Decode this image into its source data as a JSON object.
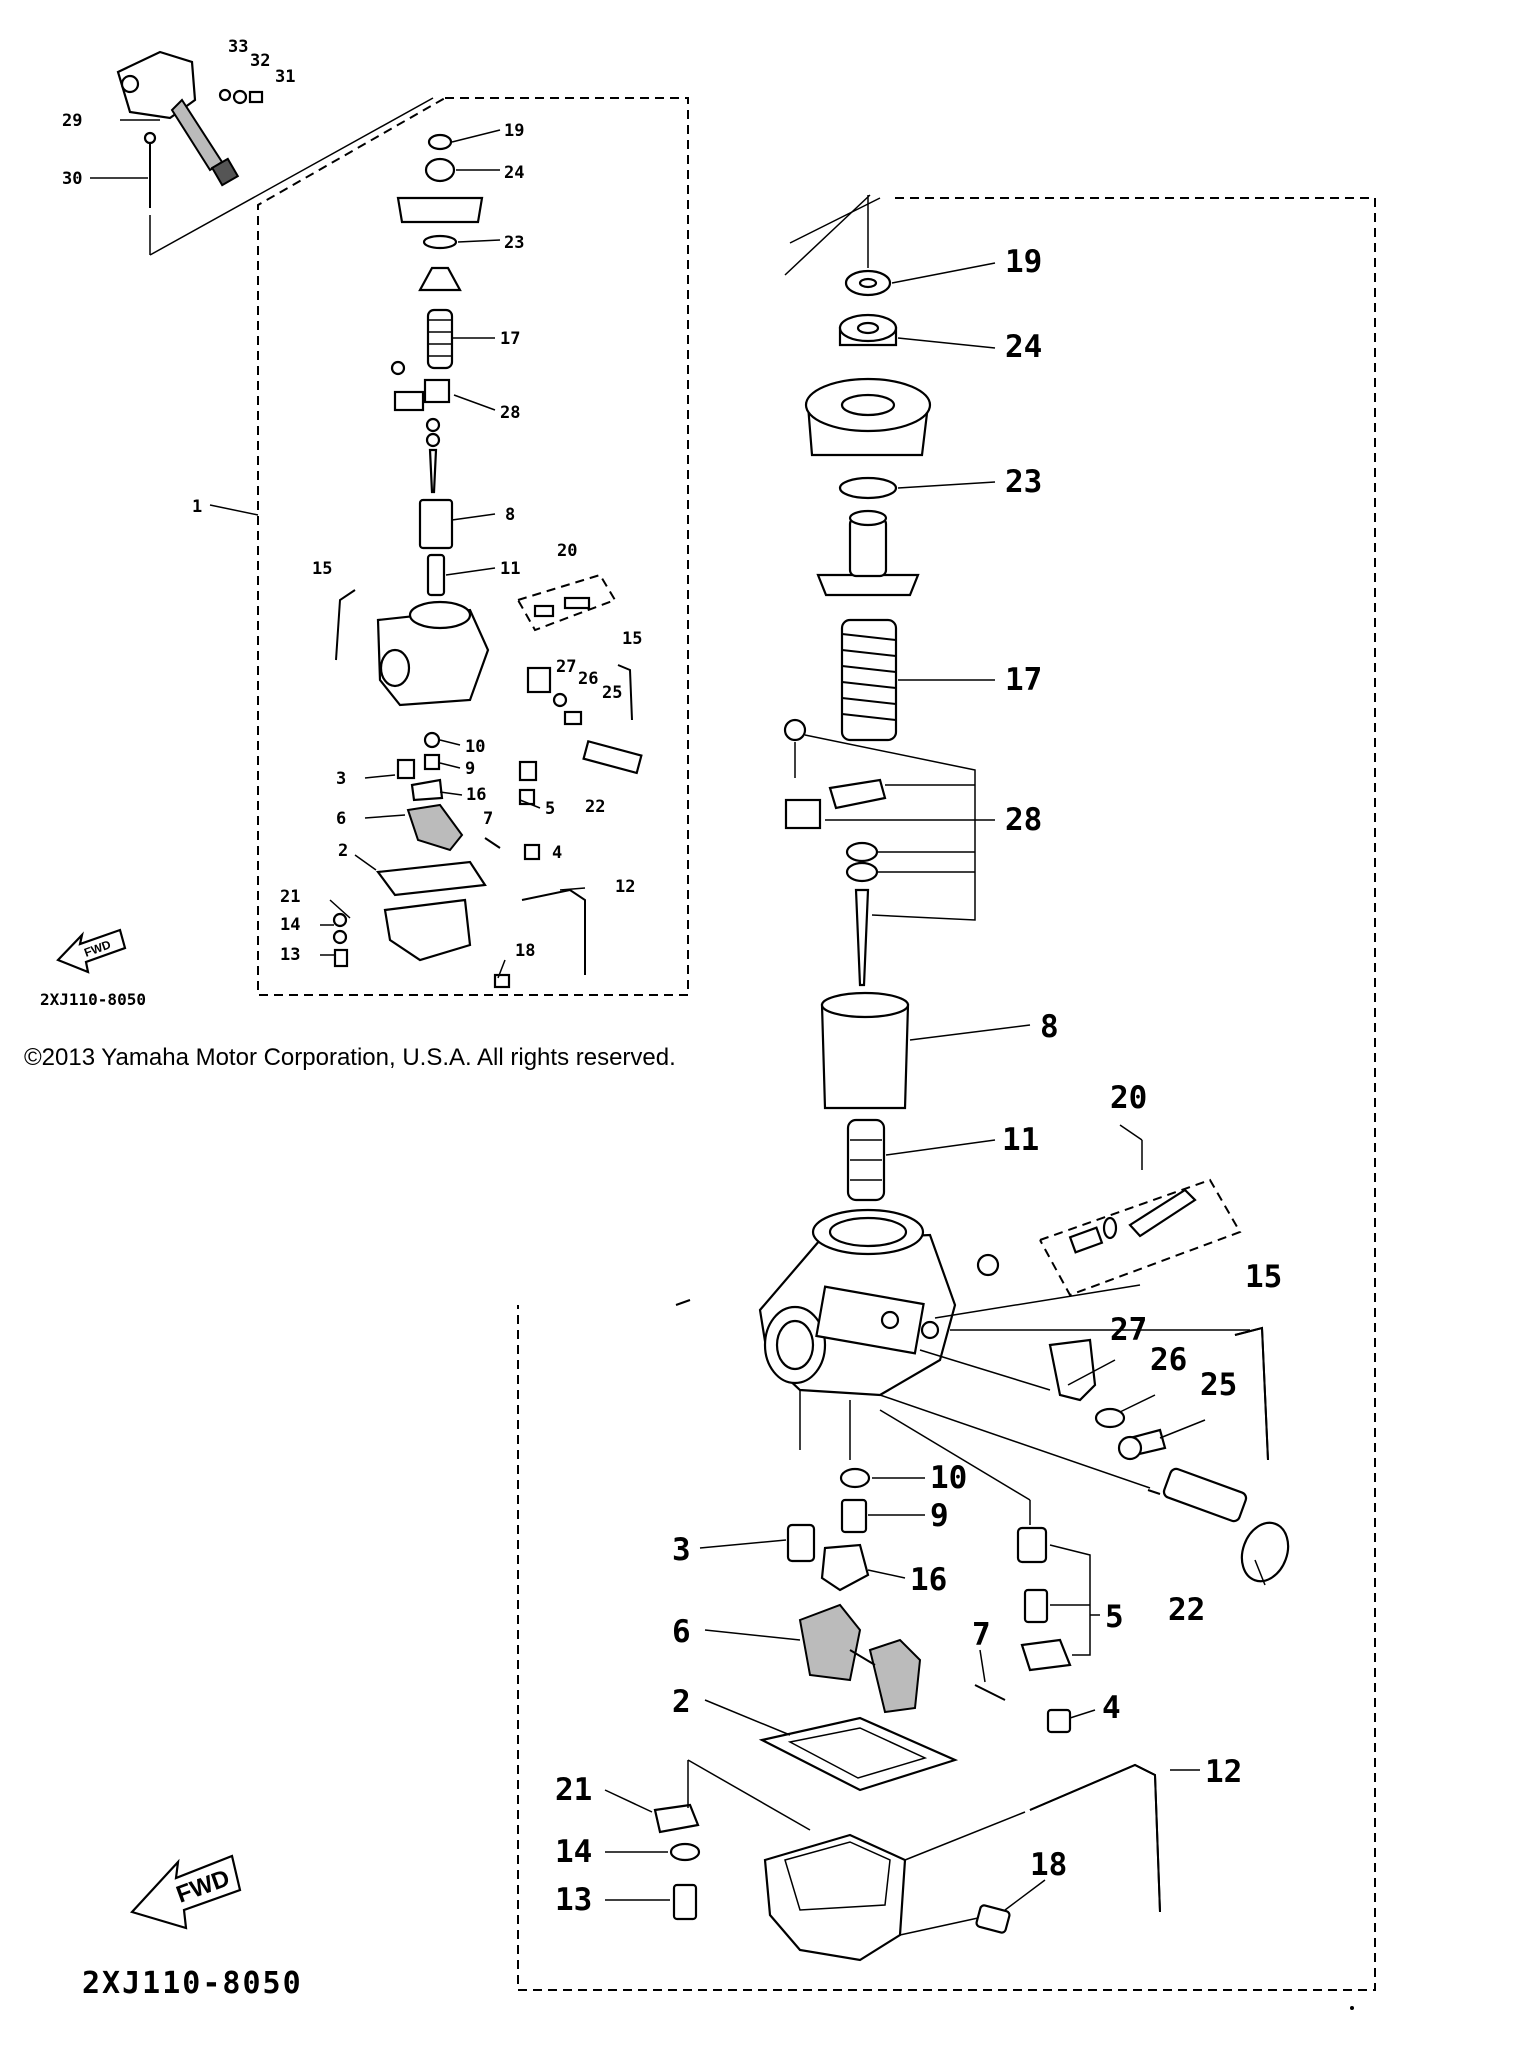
{
  "copyright": "©2013 Yamaha Motor Corporation, U.S.A. All rights reserved.",
  "diagram_code": "2XJ110-8050",
  "fwd_label": "FWD",
  "callouts_small": {
    "c33": "33",
    "c32": "32",
    "c31": "31",
    "c29": "29",
    "c30": "30",
    "c19": "19",
    "c24": "24",
    "c23": "23",
    "c17": "17",
    "c28": "28",
    "c1": "1",
    "c8": "8",
    "c11": "11",
    "c20": "20",
    "c15a": "15",
    "c15b": "15",
    "c27": "27",
    "c26": "26",
    "c25": "25",
    "c10": "10",
    "c9": "9",
    "c3": "3",
    "c16": "16",
    "c5": "5",
    "c22": "22",
    "c6": "6",
    "c7": "7",
    "c4": "4",
    "c2": "2",
    "c12": "12",
    "c21": "21",
    "c14": "14",
    "c13": "13",
    "c18": "18"
  },
  "callouts_big": {
    "c19": "19",
    "c24": "24",
    "c23": "23",
    "c17": "17",
    "c28": "28",
    "c8": "8",
    "c20": "20",
    "c11": "11",
    "c15": "15",
    "c27": "27",
    "c26": "26",
    "c25": "25",
    "c10": "10",
    "c9": "9",
    "c3": "3",
    "c16": "16",
    "c5": "5",
    "c22": "22",
    "c6": "6",
    "c7": "7",
    "c4": "4",
    "c2": "2",
    "c12": "12",
    "c21": "21",
    "c14": "14",
    "c13": "13",
    "c18": "18"
  }
}
